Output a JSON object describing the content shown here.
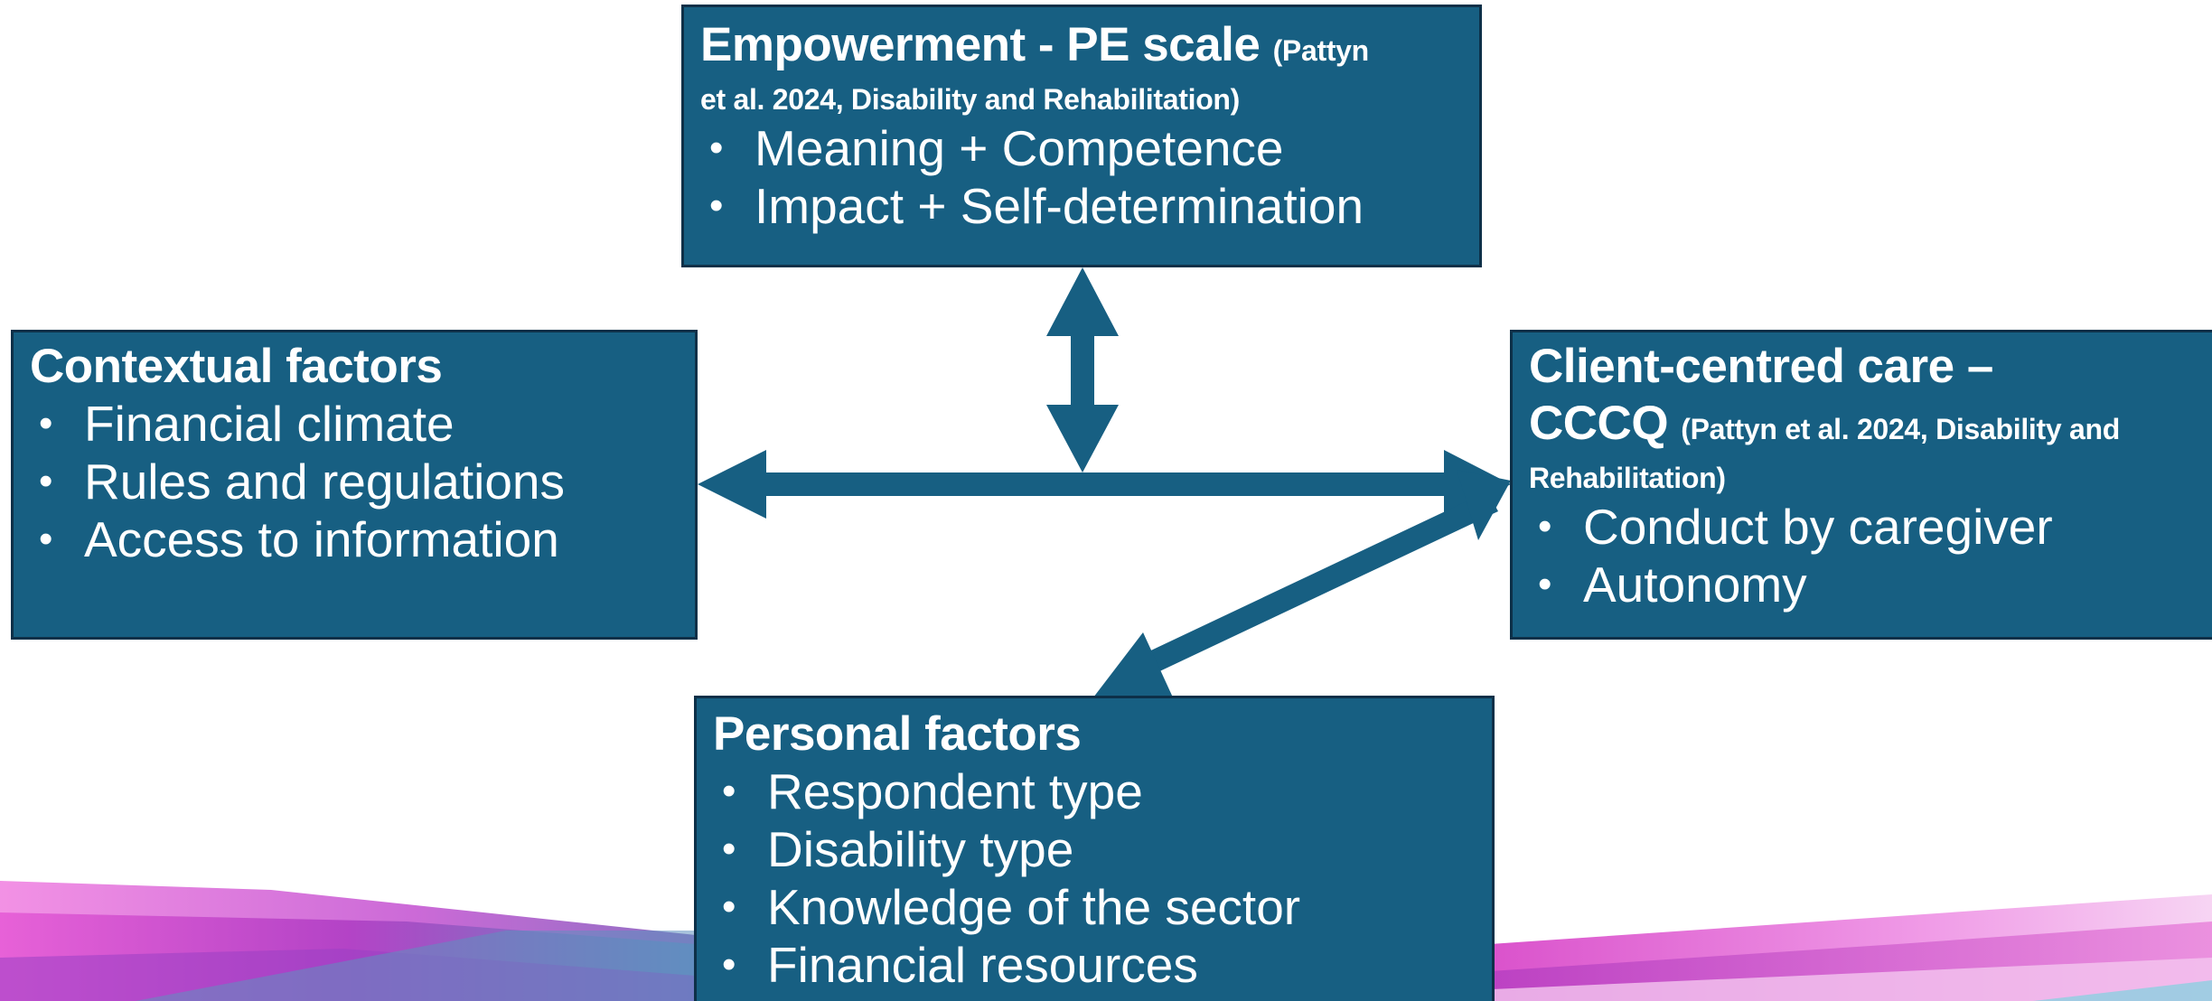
{
  "boxes": {
    "empowerment": {
      "title": "Empowerment  - PE scale ",
      "citation_part1": "(Pattyn",
      "citation_part2": "et al. 2024, Disability and Rehabilitation)",
      "bullets": [
        "Meaning + Competence",
        "Impact + Self-determination"
      ]
    },
    "contextual": {
      "title": "Contextual factors",
      "bullets": [
        "Financial climate",
        "Rules and regulations",
        "Access to information"
      ]
    },
    "client": {
      "title_line1": "Client-centred care –",
      "title_line2": "CCCQ ",
      "citation_part1": "(Pattyn et al. 2024, Disability and",
      "citation_part2": "Rehabilitation)",
      "bullets": [
        "Conduct by caregiver",
        "Autonomy"
      ]
    },
    "personal": {
      "title": "Personal factors",
      "bullets": [
        "Respondent type",
        "Disability type",
        "Knowledge of the sector",
        "Financial resources"
      ]
    }
  },
  "colors": {
    "box_fill": "#175f82",
    "box_border": "#0d3048",
    "arrow": "#175f82",
    "text": "#ffffff",
    "decor_magenta": "#e040c8",
    "decor_purple": "#8a3fc0",
    "decor_blue": "#4e8fbf"
  }
}
